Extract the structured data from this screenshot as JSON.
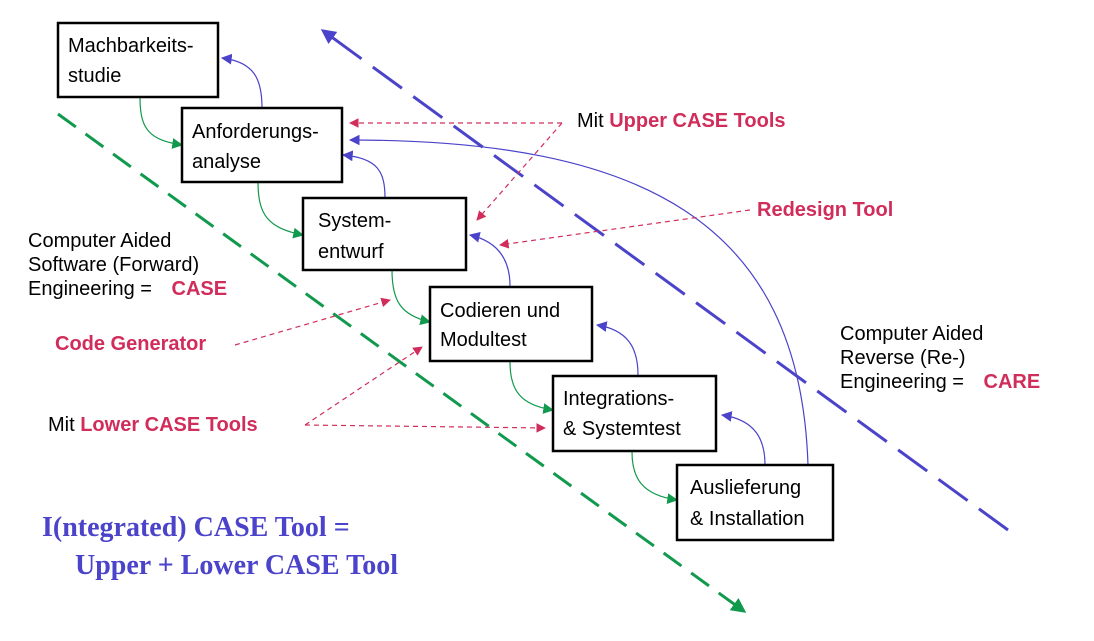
{
  "colors": {
    "forward": "#11994d",
    "reverse": "#4b43c9",
    "tools": "#d12d5b",
    "box_border": "#000000"
  },
  "phases": [
    {
      "line1": "Machbarkeits-",
      "line2": "studie"
    },
    {
      "line1": "Anforderungs-",
      "line2": "analyse"
    },
    {
      "line1": "System-",
      "line2": "entwurf"
    },
    {
      "line1": "Codieren und",
      "line2": "Modultest"
    },
    {
      "line1": "Integrations-",
      "line2": "& Systemtest"
    },
    {
      "line1": "Auslieferung",
      "line2": "& Installation"
    }
  ],
  "case": {
    "line1": "Computer Aided",
    "line2": "Software (Forward)",
    "line3_prefix": "Engineering = ",
    "acronym": "CASE"
  },
  "care": {
    "line1": "Computer Aided",
    "line2": "Reverse (Re-)",
    "line3_prefix": "Engineering = ",
    "acronym": "CARE"
  },
  "tools": {
    "upper_prefix": "Mit ",
    "upper_name": "Upper CASE Tools",
    "redesign": "Redesign Tool",
    "code_generator": "Code Generator",
    "lower_prefix": "Mit ",
    "lower_name": "Lower CASE Tools"
  },
  "integrated": {
    "line1": "I(ntegrated) CASE Tool =",
    "line2": "Upper + Lower CASE Tool"
  }
}
